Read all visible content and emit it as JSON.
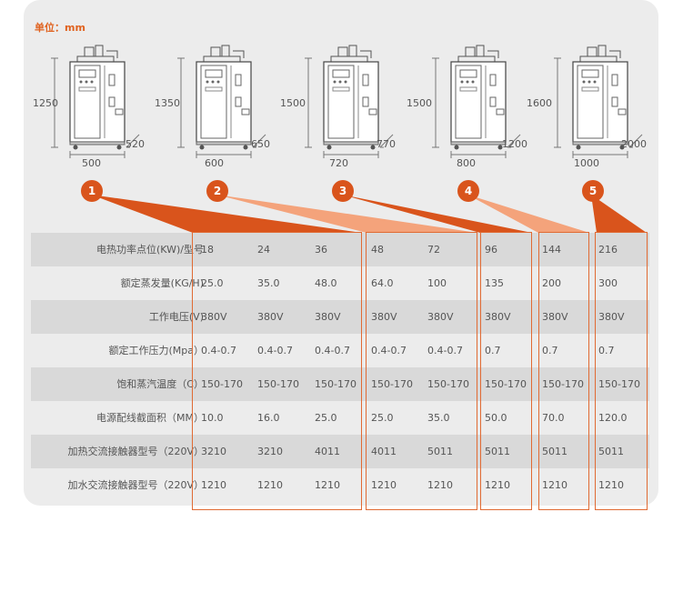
{
  "unit_label": "单位：mm",
  "machines": [
    {
      "height": "1250",
      "depth": "520",
      "width": "500",
      "badge": "1"
    },
    {
      "height": "1350",
      "depth": "650",
      "width": "600",
      "badge": "2"
    },
    {
      "height": "1500",
      "depth": "770",
      "width": "720",
      "badge": "3"
    },
    {
      "height": "1500",
      "depth": "1200",
      "width": "800",
      "badge": "4"
    },
    {
      "height": "1600",
      "depth": "2000",
      "width": "1000",
      "badge": "5"
    }
  ],
  "table": {
    "rows": [
      {
        "label": "电热功率点位(KW)/型号",
        "values": [
          "18",
          "24",
          "36",
          "48",
          "72",
          "96",
          "144",
          "216"
        ]
      },
      {
        "label": "额定蒸发量(KG/H)",
        "values": [
          "25.0",
          "35.0",
          "48.0",
          "64.0",
          "100",
          "135",
          "200",
          "300"
        ]
      },
      {
        "label": "工作电压(V)",
        "values": [
          "380V",
          "380V",
          "380V",
          "380V",
          "380V",
          "380V",
          "380V",
          "380V"
        ]
      },
      {
        "label": "额定工作压力(Mpa）",
        "values": [
          "0.4-0.7",
          "0.4-0.7",
          "0.4-0.7",
          "0.4-0.7",
          "0.4-0.7",
          "0.7",
          "0.7",
          "0.7"
        ]
      },
      {
        "label": "饱和蒸汽温度（C）",
        "values": [
          "150-170",
          "150-170",
          "150-170",
          "150-170",
          "150-170",
          "150-170",
          "150-170",
          "150-170"
        ]
      },
      {
        "label": "电源配线截面积（MM）",
        "values": [
          "10.0",
          "16.0",
          "25.0",
          "25.0",
          "35.0",
          "50.0",
          "70.0",
          "120.0"
        ]
      },
      {
        "label": "加热交流接触器型号（220V）",
        "values": [
          "3210",
          "3210",
          "4011",
          "4011",
          "5011",
          "5011",
          "5011",
          "5011"
        ]
      },
      {
        "label": "加水交流接触器型号（220V）",
        "values": [
          "1210",
          "1210",
          "1210",
          "1210",
          "1210",
          "1210",
          "1210",
          "1210"
        ]
      }
    ]
  },
  "colors": {
    "accent": "#d9541c",
    "light_accent": "#f4a37b",
    "panel": "#ececec",
    "row_shade": "#d9d9d9"
  }
}
